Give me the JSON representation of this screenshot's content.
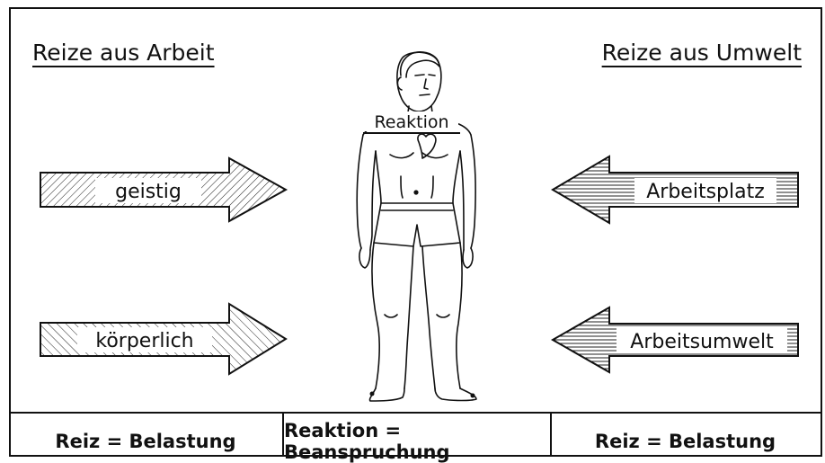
{
  "headings": {
    "left": "Reize aus Arbeit",
    "right": "Reize aus Umwelt"
  },
  "figure": {
    "reaction_label": "Reaktion"
  },
  "arrows": {
    "left": [
      {
        "label": "geistig",
        "hatch": "diagonal-back"
      },
      {
        "label": "körperlich",
        "hatch": "diagonal-forward"
      }
    ],
    "right": [
      {
        "label": "Arbeitsplatz",
        "hatch": "horizontal"
      },
      {
        "label": "Arbeitsumwelt",
        "hatch": "horizontal"
      }
    ]
  },
  "footer": {
    "left": "Reiz = Belastung",
    "center": "Reaktion = Beanspruchung",
    "right": "Reiz = Belastung"
  }
}
